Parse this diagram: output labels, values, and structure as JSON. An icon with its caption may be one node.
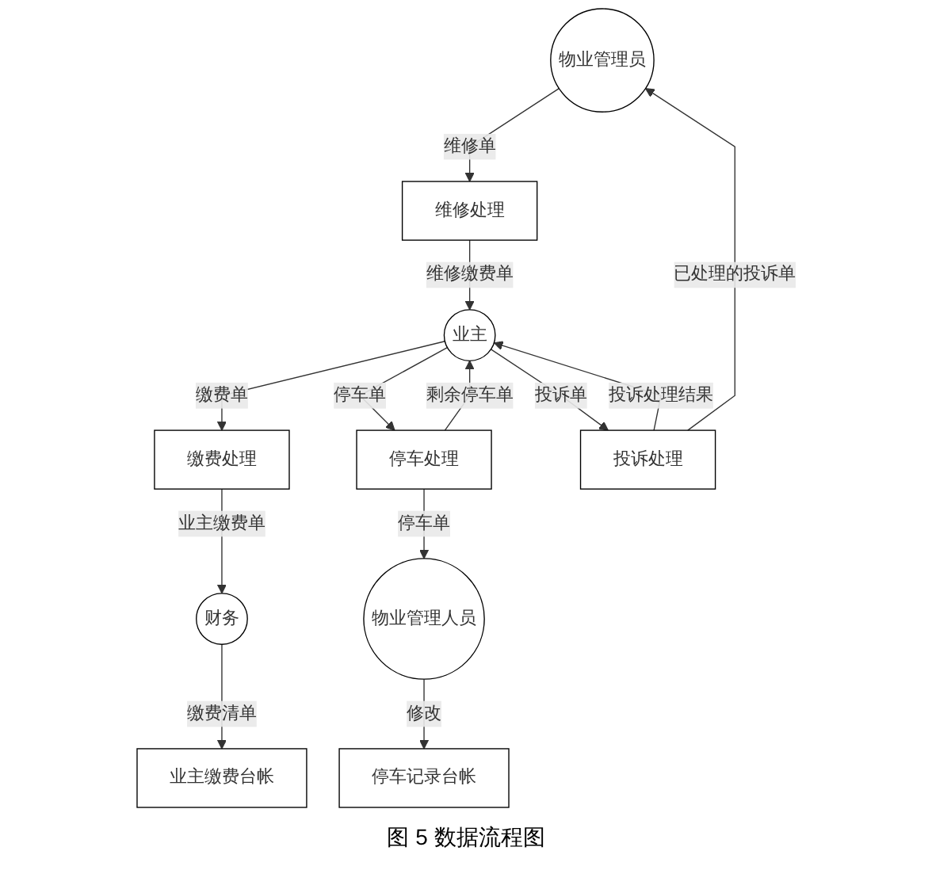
{
  "diagram": {
    "caption": "图 5 数据流程图",
    "nodes": [
      {
        "text": [
          "业主缴费台帐"
        ]
      },
      {
        "text": [
          "财务"
        ]
      },
      {
        "text": [
          "物业管理员"
        ]
      },
      {
        "text": [
          "缴费处理"
        ]
      },
      {
        "text": [
          "业主"
        ]
      },
      {
        "text": [
          "维修处理"
        ]
      },
      {
        "text": [
          "停车记录台帐"
        ]
      },
      {
        "text": [
          "物业管理人员"
        ]
      },
      {
        "text": [
          "停车处理"
        ]
      },
      {
        "text": [
          "投诉处理"
        ]
      }
    ],
    "edges": [
      {
        "from": 1,
        "to": 0,
        "arrow": "to",
        "label": "缴费清单"
      },
      {
        "from": 3,
        "to": 1,
        "arrow": "to",
        "label": "业主缴费单"
      },
      {
        "from": 4,
        "to": 3,
        "arrow": "to",
        "label": "缴费单"
      },
      {
        "from": 2,
        "to": 5,
        "arrow": "to",
        "label": "维修单"
      },
      {
        "from": 5,
        "to": 4,
        "arrow": "to",
        "label": "维修缴费单"
      },
      {
        "from": 8,
        "to": 4,
        "arrow": "to",
        "label": "剩余停车单"
      },
      {
        "from": 4,
        "to": 8,
        "arrow": "to",
        "label": "停车单"
      },
      {
        "from": 4,
        "to": 9,
        "arrow": "to",
        "label": "投诉单"
      },
      {
        "from": 9,
        "to": 4,
        "arrow": "to",
        "label": "投诉处理结果"
      },
      {
        "from": 9,
        "to": 2,
        "arrow": "to",
        "label": "已处理的投诉单"
      },
      {
        "from": 8,
        "to": 7,
        "arrow": "to",
        "label": "停车单"
      },
      {
        "from": 7,
        "to": 6,
        "arrow": "to",
        "label": "修改"
      }
    ]
  }
}
